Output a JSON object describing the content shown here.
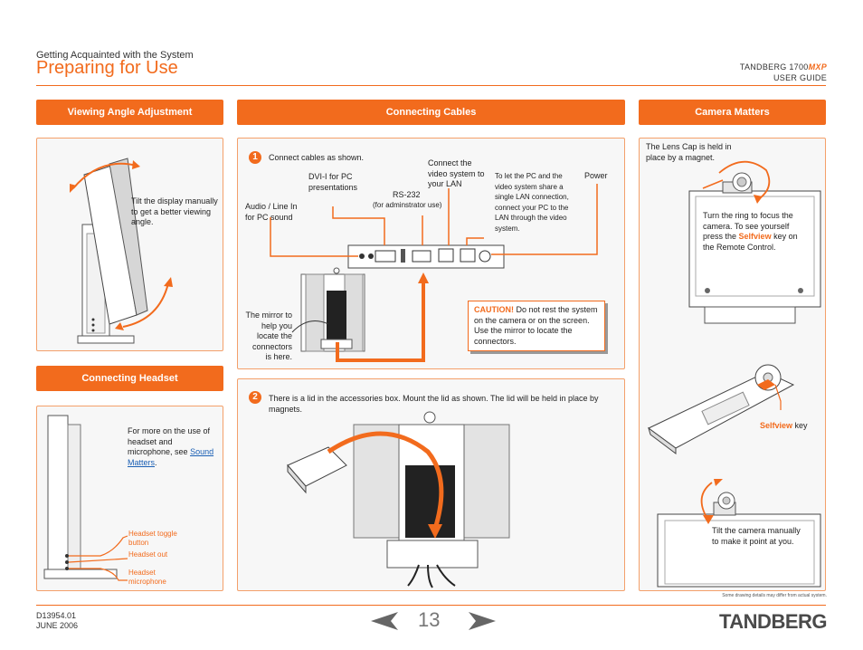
{
  "header": {
    "section": "Getting Acquainted with the System",
    "title": "Preparing for Use",
    "product_prefix": "TANDBERG 1700",
    "product_suffix": "MXP",
    "guide": "USER GUIDE"
  },
  "viewing": {
    "bar": "Viewing Angle Adjustment",
    "text": "Tilt the display manually to get a better viewing angle."
  },
  "headset": {
    "bar": "Connecting Headset",
    "text_before": "For more on the use of headset and microphone, see",
    "link": "Sound Matters",
    "text_after": ".",
    "labels": [
      "Headset toggle button",
      "Headset out",
      "Headset microphone"
    ]
  },
  "cables": {
    "bar": "Connecting Cables",
    "step1_num": "1",
    "step1_text": "Connect cables as shown.",
    "labels": {
      "audio": "Audio / Line In for PC sound",
      "dvi": "DVI-I for PC presentations",
      "rs232": "RS-232",
      "rs232_note": "(for adminstrator use)",
      "lan": "Connect the video system to your LAN",
      "share": "To let the PC and the video system share a single LAN connection, connect your PC to the LAN through the video system.",
      "power": "Power",
      "mirror": "The mirror to help you locate the connectors is here."
    },
    "caution_word": "CAUTION!",
    "caution_text": "Do not rest the system on the camera or on the screen. Use the mirror to locate the connectors.",
    "step2_num": "2",
    "step2_text": "There is a lid in the accessories box. Mount the lid as shown. The lid will be held in place by magnets."
  },
  "camera": {
    "bar": "Camera Matters",
    "lens_text": "The Lens Cap is held in place by a magnet.",
    "ring_text_1": "Turn the ring to focus the camera. To see yourself press the",
    "ring_key": "Selfview",
    "ring_text_2": "key on the Remote Control.",
    "key_word": "Selfview",
    "key_suffix": "key",
    "tilt_text": "Tilt the camera manually to make it point at you.",
    "disclaimer": "Some drawing details may differ from actual system."
  },
  "footer": {
    "doc_id": "D13954.01",
    "date": "JUNE 2006",
    "page": "13",
    "logo": "TANDBERG"
  },
  "colors": {
    "accent": "#f26b1d",
    "panel_bg": "#f7f7f7"
  }
}
